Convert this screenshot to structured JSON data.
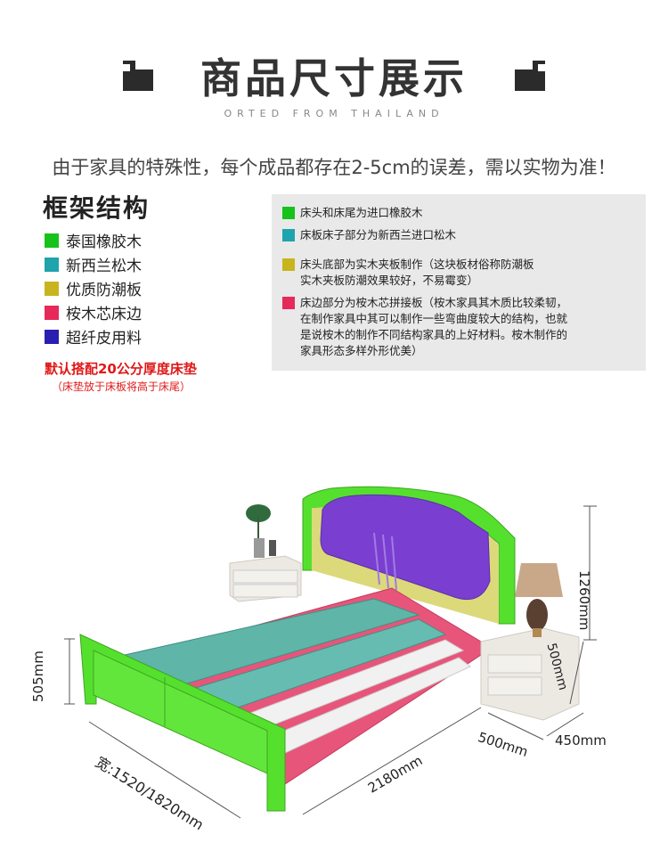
{
  "header": {
    "title": "商品尺寸展示",
    "subtitle": "ORTED FROM THAILAND"
  },
  "note": "由于家具的特殊性，每个成品都存在2-5cm的误差，需以实物为准！",
  "frame": {
    "title": "框架结构",
    "legend": [
      {
        "label": "泰国橡胶木",
        "color": "#17c21a"
      },
      {
        "label": "新西兰松木",
        "color": "#1fa3ad"
      },
      {
        "label": "优质防潮板",
        "color": "#c8b41e"
      },
      {
        "label": "桉木芯床边",
        "color": "#e52a5a"
      },
      {
        "label": "超纤皮用料",
        "color": "#2a1fb0"
      }
    ]
  },
  "mattress": {
    "line1": "默认搭配20公分厚度床垫",
    "line2": "（床垫放于床板将高于床尾）"
  },
  "panel": {
    "items": [
      {
        "text": "床头和床尾为进口橡胶木",
        "color": "#17c21a"
      },
      {
        "text": "床板床子部分为新西兰进口松木",
        "color": "#1fa3ad"
      },
      {
        "text": "床头底部为实木夹板制作（这块板材俗称防潮板\n实木夹板防潮效果较好，不易霉变）",
        "color": "#c8b41e"
      },
      {
        "text": "床边部分为桉木芯拼接板（桉木家具其木质比较柔韧，\n在制作家具中其可以制作一些弯曲度较大的结构，也就\n是说桉木的制作不同结构家具的上好材料。桉木制作的\n家具形态多样外形优美）",
        "color": "#e52a5a"
      }
    ]
  },
  "dimensions": {
    "height_head": "1260mm",
    "height_foot": "505mm",
    "width": "宽:1520/1820mm",
    "length": "2180mm",
    "nightstand_height": "500mm",
    "nightstand_width": "500mm",
    "nightstand_depth": "450mm"
  }
}
